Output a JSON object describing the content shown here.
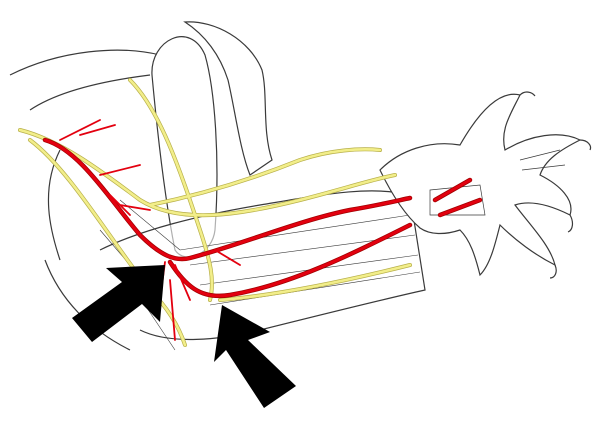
{
  "colors": {
    "background": "#ffffff",
    "outline": "#3a3a3a",
    "artery": "#e3000f",
    "artery_dark": "#a00000",
    "nerve": "#f2ee8a",
    "nerve_edge": "#b8b04a",
    "arrow": "#000000"
  },
  "arrows": [
    {
      "name": "upper-arrow",
      "points_to": "artery-branching"
    },
    {
      "name": "lower-arrow",
      "points_to": "artery-forearm"
    }
  ]
}
